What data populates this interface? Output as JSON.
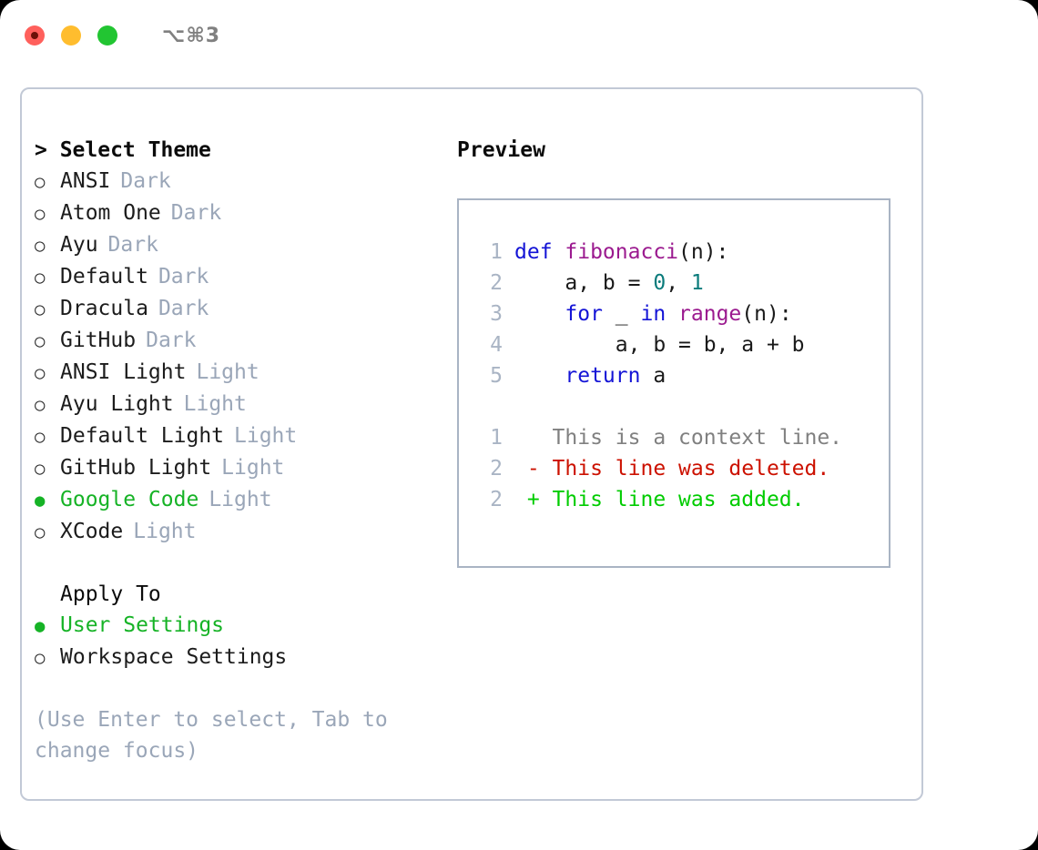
{
  "titlebar": {
    "buttons": [
      {
        "name": "close",
        "color": "#ff605c"
      },
      {
        "name": "minimize",
        "color": "#ffbd2e"
      },
      {
        "name": "maximize",
        "color": "#22c532"
      }
    ],
    "shortcut": "⌥⌘3"
  },
  "left": {
    "header": "> Select Theme",
    "themes": [
      {
        "marker": "○",
        "name": "ANSI",
        "category": "Dark",
        "selected": false
      },
      {
        "marker": "○",
        "name": "Atom One",
        "category": "Dark",
        "selected": false
      },
      {
        "marker": "○",
        "name": "Ayu",
        "category": "Dark",
        "selected": false
      },
      {
        "marker": "○",
        "name": "Default",
        "category": "Dark",
        "selected": false
      },
      {
        "marker": "○",
        "name": "Dracula",
        "category": "Dark",
        "selected": false
      },
      {
        "marker": "○",
        "name": "GitHub",
        "category": "Dark",
        "selected": false
      },
      {
        "marker": "○",
        "name": "ANSI Light",
        "category": "Light",
        "selected": false
      },
      {
        "marker": "○",
        "name": "Ayu Light",
        "category": "Light",
        "selected": false
      },
      {
        "marker": "○",
        "name": "Default Light",
        "category": "Light",
        "selected": false
      },
      {
        "marker": "○",
        "name": "GitHub Light",
        "category": "Light",
        "selected": false
      },
      {
        "marker": "●",
        "name": "Google Code",
        "category": "Light",
        "selected": true
      },
      {
        "marker": "○",
        "name": "XCode",
        "category": "Light",
        "selected": false
      }
    ],
    "apply_to_header": "Apply To",
    "apply_to": [
      {
        "marker": "●",
        "name": "User Settings",
        "selected": true
      },
      {
        "marker": "○",
        "name": "Workspace Settings",
        "selected": false
      }
    ],
    "hint": "(Use Enter to select, Tab to change focus)"
  },
  "right": {
    "title": "Preview",
    "code": [
      {
        "lineno": "1",
        "tokens": [
          {
            "t": "def ",
            "c": "kw"
          },
          {
            "t": "fibonacci",
            "c": "fn"
          },
          {
            "t": "(n):",
            "c": "pl"
          }
        ]
      },
      {
        "lineno": "2",
        "tokens": [
          {
            "t": "    a, b = ",
            "c": "pl"
          },
          {
            "t": "0",
            "c": "num"
          },
          {
            "t": ", ",
            "c": "pl"
          },
          {
            "t": "1",
            "c": "num"
          }
        ]
      },
      {
        "lineno": "3",
        "tokens": [
          {
            "t": "    ",
            "c": "pl"
          },
          {
            "t": "for",
            "c": "kw"
          },
          {
            "t": " _ ",
            "c": "pl"
          },
          {
            "t": "in",
            "c": "kw"
          },
          {
            "t": " ",
            "c": "pl"
          },
          {
            "t": "range",
            "c": "fn"
          },
          {
            "t": "(n):",
            "c": "pl"
          }
        ]
      },
      {
        "lineno": "4",
        "tokens": [
          {
            "t": "        a, b = b, a + b",
            "c": "pl"
          }
        ]
      },
      {
        "lineno": "5",
        "tokens": [
          {
            "t": "    ",
            "c": "pl"
          },
          {
            "t": "return",
            "c": "kw"
          },
          {
            "t": " a",
            "c": "pl"
          }
        ]
      }
    ],
    "diff": [
      {
        "lineno": "1",
        "sign": " ",
        "text": " This is a context line.",
        "kind": "ctx"
      },
      {
        "lineno": "2",
        "sign": "-",
        "text": " This line was deleted.",
        "kind": "del"
      },
      {
        "lineno": "2",
        "sign": "+",
        "text": " This line was added.",
        "kind": "add"
      }
    ]
  },
  "colors": {
    "accent_green": "#16b326",
    "muted": "#9aa6b8",
    "keyword": "#1414d6",
    "function": "#9b1a8f",
    "number": "#0a7b7b",
    "diff_delete": "#cc1100",
    "diff_add": "#00cc00"
  }
}
